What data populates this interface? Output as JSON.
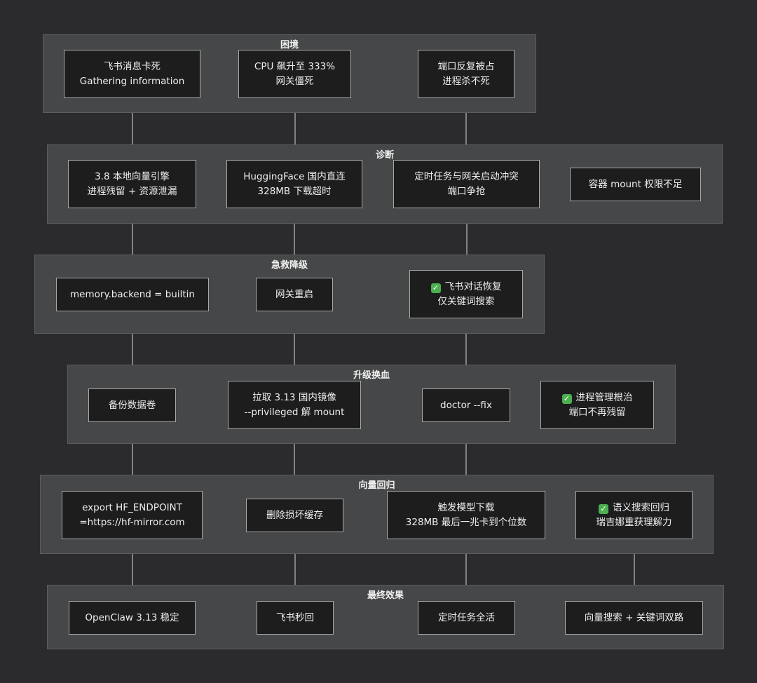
{
  "groups": {
    "g1": {
      "title": "困境"
    },
    "g2": {
      "title": "诊断"
    },
    "g3": {
      "title": "急救降级"
    },
    "g4": {
      "title": "升级换血"
    },
    "g5": {
      "title": "向量回归"
    },
    "g6": {
      "title": "最终效果"
    }
  },
  "nodes": {
    "n1": {
      "lines": [
        "飞书消息卡死",
        "Gathering information"
      ]
    },
    "n2": {
      "lines": [
        "CPU 飙升至 333%",
        "网关僵死"
      ]
    },
    "n3": {
      "lines": [
        "端口反复被占",
        "进程杀不死"
      ]
    },
    "n4": {
      "lines": [
        "3.8 本地向量引擎",
        "进程残留 + 资源泄漏"
      ]
    },
    "n5": {
      "lines": [
        "HuggingFace 国内直连",
        "328MB 下载超时"
      ]
    },
    "n6": {
      "lines": [
        "定时任务与网关启动冲突",
        "端口争抢"
      ]
    },
    "n7": {
      "lines": [
        "容器 mount 权限不足"
      ]
    },
    "n8": {
      "lines": [
        "memory.backend = builtin"
      ]
    },
    "n9": {
      "lines": [
        "网关重启"
      ]
    },
    "n10": {
      "lines": [
        "飞书对话恢复",
        "仅关键词搜索"
      ],
      "check": true
    },
    "n11": {
      "lines": [
        "备份数据卷"
      ]
    },
    "n12": {
      "lines": [
        "拉取 3.13 国内镜像",
        "--privileged 解 mount"
      ]
    },
    "n13": {
      "lines": [
        "doctor --fix"
      ]
    },
    "n14": {
      "lines": [
        "进程管理根治",
        "端口不再残留"
      ],
      "check": true
    },
    "n15": {
      "lines": [
        "export HF_ENDPOINT",
        "=https://hf-mirror.com"
      ]
    },
    "n16": {
      "lines": [
        "删除损坏缓存"
      ]
    },
    "n17": {
      "lines": [
        "触发模型下载",
        "328MB 最后一兆卡到个位数"
      ]
    },
    "n18": {
      "lines": [
        "语义搜索回归",
        "瑞吉娜重获理解力"
      ],
      "check": true
    },
    "n19": {
      "lines": [
        "OpenClaw 3.13 稳定"
      ]
    },
    "n20": {
      "lines": [
        "飞书秒回"
      ]
    },
    "n21": {
      "lines": [
        "定时任务全活"
      ]
    },
    "n22": {
      "lines": [
        "向量搜索 + 关键词双路"
      ]
    }
  },
  "edges": [
    [
      "n1",
      "n4"
    ],
    [
      "n4",
      "n8"
    ],
    [
      "n8",
      "n11"
    ],
    [
      "n11",
      "n15"
    ],
    [
      "n15",
      "n19"
    ],
    [
      "n2",
      "n5"
    ],
    [
      "n5",
      "n9"
    ],
    [
      "n9",
      "n12"
    ],
    [
      "n12",
      "n16"
    ],
    [
      "n16",
      "n20"
    ],
    [
      "n3",
      "n6"
    ],
    [
      "n6",
      "n10"
    ],
    [
      "n10",
      "n13"
    ],
    [
      "n13",
      "n17"
    ],
    [
      "n17",
      "n21"
    ],
    [
      "n18",
      "n22"
    ]
  ]
}
